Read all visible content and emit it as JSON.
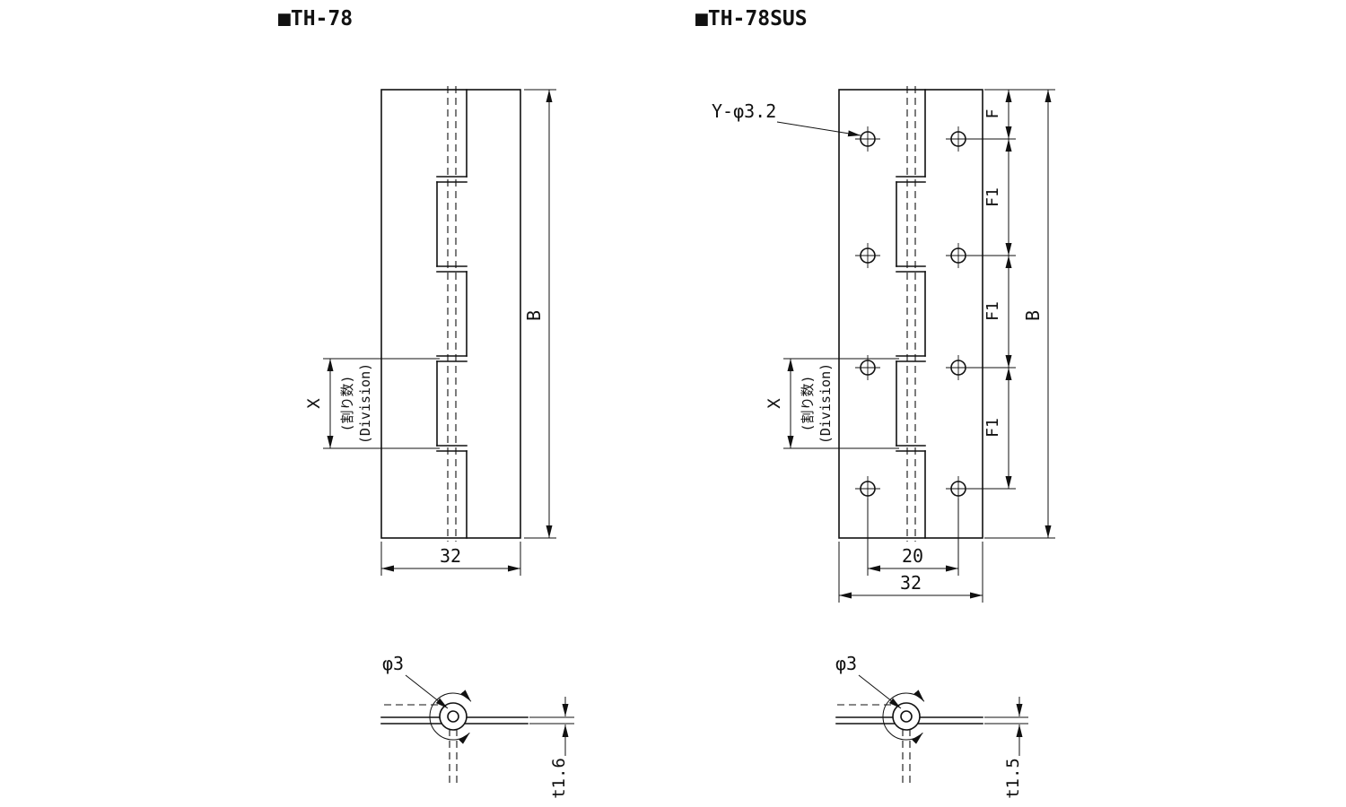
{
  "figures": {
    "left": {
      "title": "■TH-78",
      "dims": {
        "height_label": "B",
        "division_x": "X",
        "division_jp": "(割り数)",
        "division_en": "(Division)",
        "width": "32"
      },
      "section": {
        "pin_dia": "φ3",
        "thickness": "t1.6"
      }
    },
    "right": {
      "title": "■TH-78SUS",
      "hole_label": "Y-φ3.2",
      "dims": {
        "height_label": "B",
        "division_x": "X",
        "division_jp": "(割り数)",
        "division_en": "(Division)",
        "width": "32",
        "hole_span": "20",
        "edge_offset": "F",
        "pitch": "F1"
      },
      "section": {
        "pin_dia": "φ3",
        "thickness": "t1.5"
      }
    }
  }
}
